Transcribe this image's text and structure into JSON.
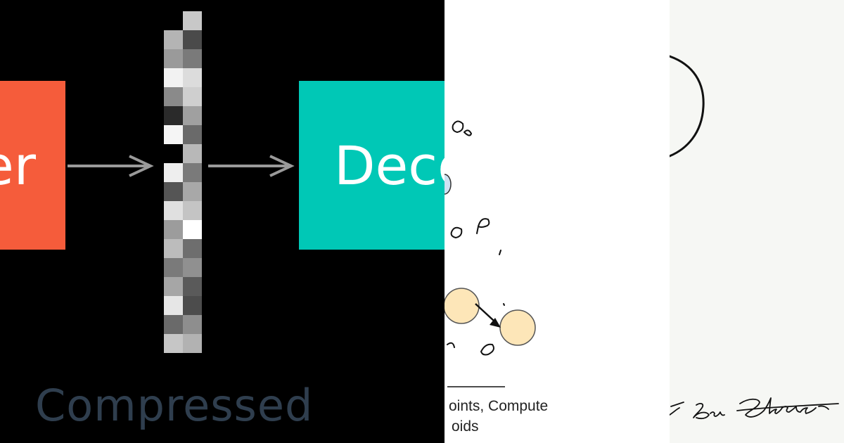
{
  "autoencoder": {
    "encoder_label": "Encoder",
    "decoder_label": "Decoder",
    "compressed_label": "Compressed",
    "colors": {
      "encoder": "#f55c3b",
      "decoder": "#00c8b6",
      "arrow": "#9a9a9a",
      "label": "#2f3e4e"
    },
    "vector_cells": [
      [
        "#000000",
        "#c8c8c8"
      ],
      [
        "#b4b4b4",
        "#4a4a4a"
      ],
      [
        "#9a9a9a",
        "#7a7a7a"
      ],
      [
        "#f2f2f2",
        "#dcdcdc"
      ],
      [
        "#8a8a8a",
        "#cfcfcf"
      ],
      [
        "#2a2a2a",
        "#a0a0a0"
      ],
      [
        "#f5f5f5",
        "#6a6a6a"
      ],
      [
        "#000000",
        "#b8b8b8"
      ],
      [
        "#eeeeee",
        "#7a7a7a"
      ],
      [
        "#555555",
        "#a8a8a8"
      ],
      [
        "#e0e0e0",
        "#c4c4c4"
      ],
      [
        "#9c9c9c",
        "#ffffff"
      ],
      [
        "#bcbcbc",
        "#6e6e6e"
      ],
      [
        "#7a7a7a",
        "#909090"
      ],
      [
        "#a6a6a6",
        "#5a5a5a"
      ],
      [
        "#e6e6e6",
        "#4c4c4c"
      ],
      [
        "#6a6a6a",
        "#8e8e8e"
      ],
      [
        "#c6c6c6",
        "#b2b2b2"
      ]
    ]
  },
  "kmeans": {
    "caption_line1": "oints, Compute",
    "caption_line2": "oids",
    "colors": {
      "centroid": "#fde6b8",
      "centroid_stroke": "#555555",
      "blue_point": "#cfe2f3",
      "stroke": "#111111"
    }
  },
  "signature": {
    "colors": {
      "ink": "#111111",
      "paper": "#f6f7f4"
    }
  }
}
